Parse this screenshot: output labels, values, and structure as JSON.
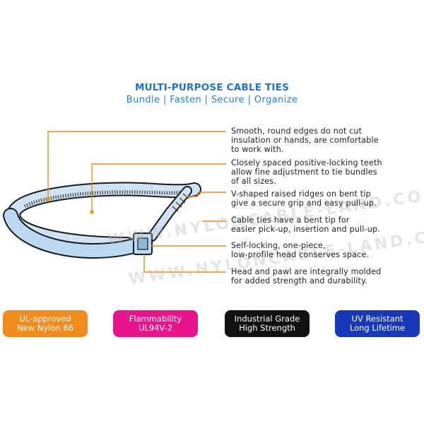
{
  "header": {
    "title": "MULTI-PURPOSE CABLE TIES",
    "subtitle": "Bundle | Fasten | Secure | Organize"
  },
  "callouts": [
    {
      "lines": [
        "Smooth, round edges do not cut",
        "insulation or hands, are comfortable",
        "to work with."
      ]
    },
    {
      "lines": [
        "Closely spaced positive-locking teeth",
        "allow fine adjustment to tie bundles",
        "of all sizes."
      ]
    },
    {
      "lines": [
        "V-shaped raised ridges on bent tip",
        "give a secure grip and easy pull-up."
      ]
    },
    {
      "lines": [
        "Cable ties have a bent tip for",
        "easier pick-up, insertion and pull-up."
      ]
    },
    {
      "lines": [
        "Self-locking, one-piece,",
        "low-profile head conserves space."
      ]
    },
    {
      "lines": [
        "Head and pawl are integrally molded",
        "for added strength and durability."
      ]
    }
  ],
  "badges": [
    {
      "lines": [
        "UL-approved",
        "New Nylon 66"
      ],
      "color": "#f08b1d"
    },
    {
      "lines": [
        "Flammability",
        "UL94V-2"
      ],
      "color": "#e8148c"
    },
    {
      "lines": [
        "Industrial Grade",
        "High Strength"
      ],
      "color": "#111111"
    },
    {
      "lines": [
        "UV Resistant",
        "Long Lifetime"
      ],
      "color": "#1838b8"
    }
  ],
  "watermark": "WWW.NYLONCABLE-LAND.COM",
  "colors": {
    "title": "#1f73c2",
    "leader": "#f08b1d",
    "tie_fill": "#bcd9f2",
    "tie_outline": "#1a1a1a"
  }
}
